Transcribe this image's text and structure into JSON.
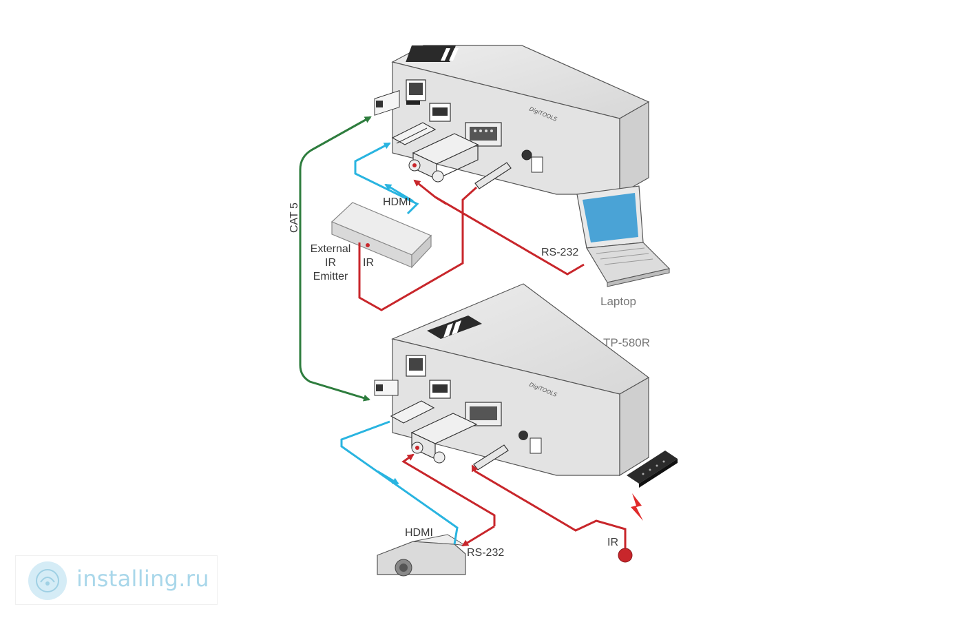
{
  "labels": {
    "cat5": "CAT 5",
    "hdmi_top": "HDMI",
    "external": "External",
    "ir_line": "IR",
    "emitter": "Emitter",
    "ir_top": "IR",
    "rs232_top": "RS-232",
    "laptop": "Laptop",
    "receiver_model": "TP-580R",
    "hdmi_bottom": "HDMI",
    "rs232_bottom": "RS-232",
    "ir_bottom": "IR"
  },
  "watermark": {
    "text": "installing.ru"
  },
  "colors": {
    "cat5_cable": "#2e7d3e",
    "hdmi_cable": "#29b4e0",
    "rs232_cable": "#c8262b",
    "device_body": "#e6e6e6",
    "device_edge": "#555555"
  },
  "icons": [
    "kramer-logo-icon",
    "laptop-icon",
    "remote-control-icon",
    "ir-signal-icon",
    "projector-icon"
  ]
}
